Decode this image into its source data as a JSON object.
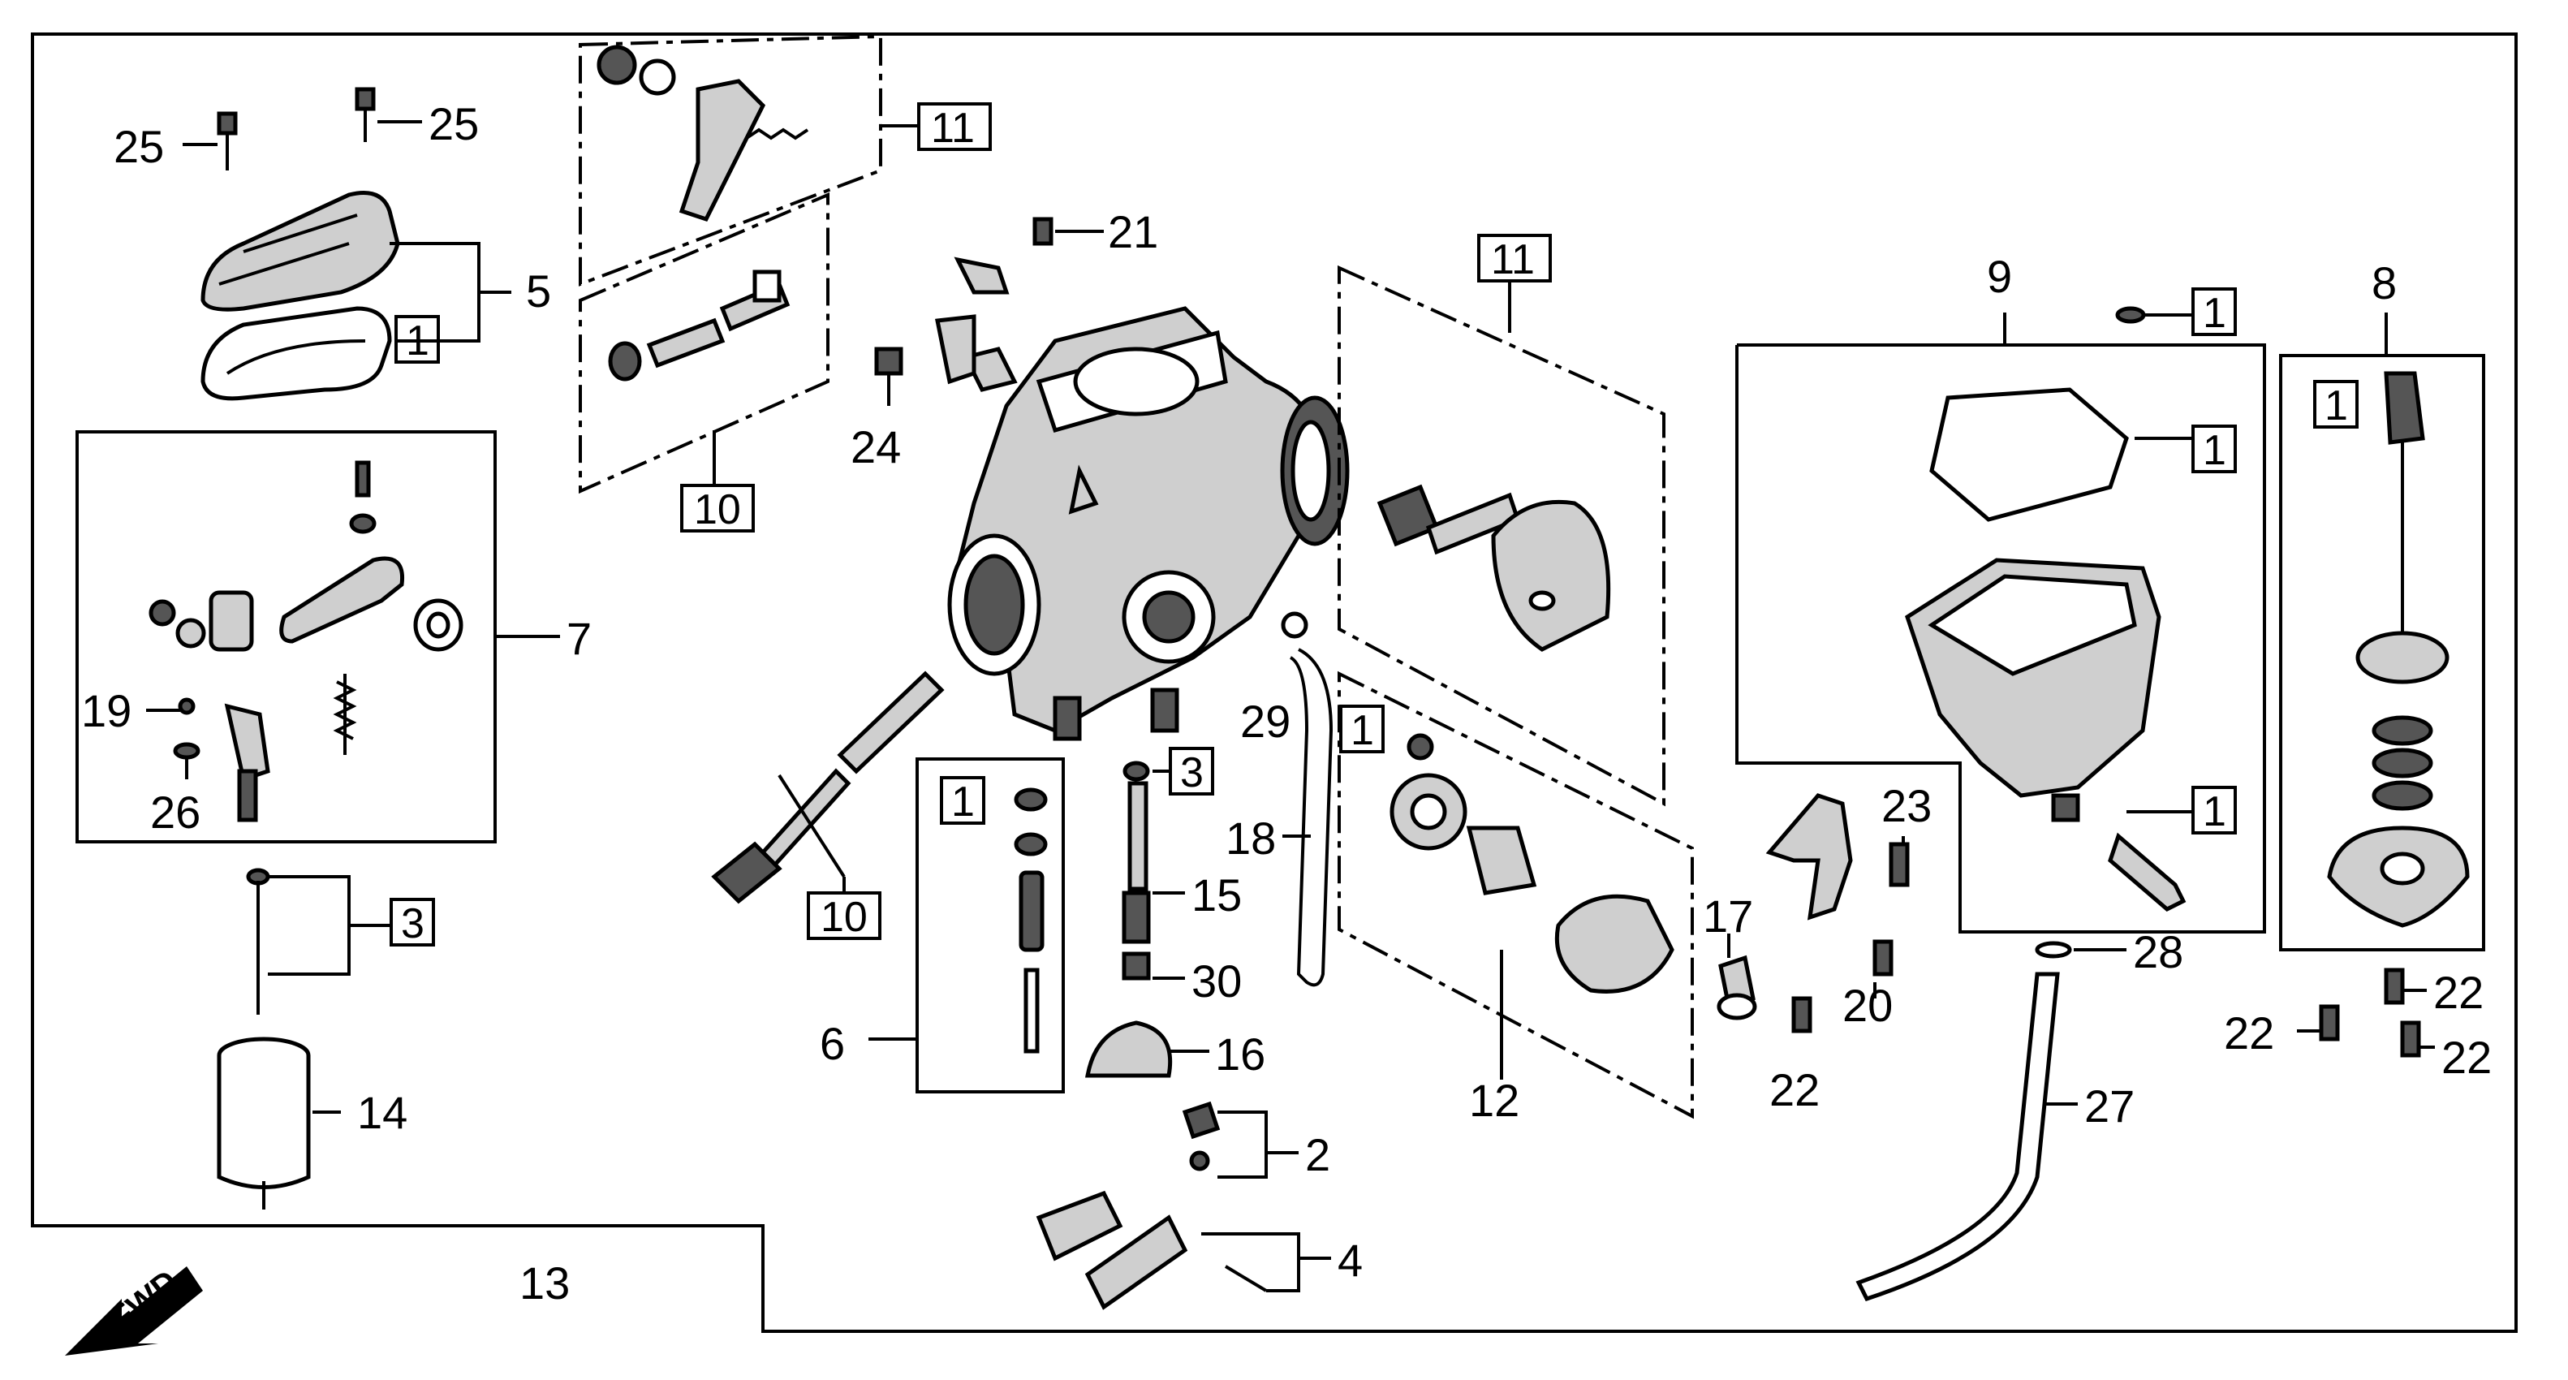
{
  "labels": {
    "p25a": "25",
    "p25b": "25",
    "p5": "5",
    "p7": "7",
    "p19": "19",
    "p26": "26",
    "p14": "14",
    "p13": "13",
    "p21": "21",
    "p24": "24",
    "p6": "6",
    "p15": "15",
    "p30": "30",
    "p16": "16",
    "p2": "2",
    "p4": "4",
    "p29": "29",
    "p18": "18",
    "p12": "12",
    "p9": "9",
    "p8": "8",
    "p23": "23",
    "p17": "17",
    "p20": "20",
    "p22a": "22",
    "p22b": "22",
    "p22c": "22",
    "p22d": "22",
    "p28": "28",
    "p27": "27"
  },
  "boxed": {
    "b1_gasket5": "1",
    "b3_needle": "3",
    "b11_top": "11",
    "b10_top": "10",
    "b10_bottom": "10",
    "b3_jet": "3",
    "b1_jetset": "1",
    "b11_mid": "11",
    "b1_cutoff": "1",
    "b1_screw9": "1",
    "b1_gasket9": "1",
    "b1_drain": "1",
    "b1_float8": "1"
  },
  "direction": "FWD"
}
